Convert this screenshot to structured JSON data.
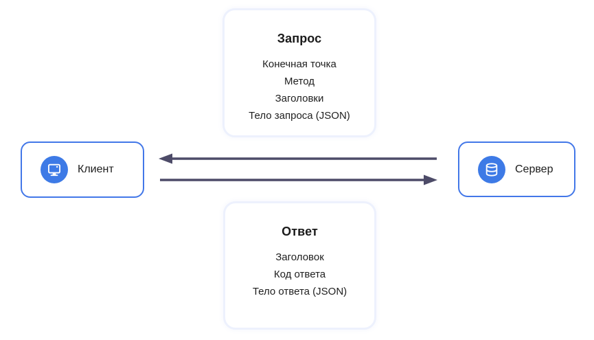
{
  "diagram": {
    "request": {
      "title": "Запрос",
      "items": [
        "Конечная точка",
        "Метод",
        "Заголовки",
        "Тело запроса (JSON)"
      ]
    },
    "response": {
      "title": "Ответ",
      "items": [
        "Заголовок",
        "Код ответа",
        "Тело ответа (JSON)"
      ]
    },
    "client": {
      "label": "Клиент",
      "icon": "monitor-icon"
    },
    "server": {
      "label": "Сервер",
      "icon": "database-icon"
    },
    "arrows": {
      "top_direction": "left",
      "bottom_direction": "right"
    },
    "colors": {
      "node_border": "#4277e8",
      "icon_circle": "#3d7ae6",
      "arrow": "#4d4b68",
      "info_box_border": "#edf1fd",
      "text": "#1e1e1e"
    }
  }
}
